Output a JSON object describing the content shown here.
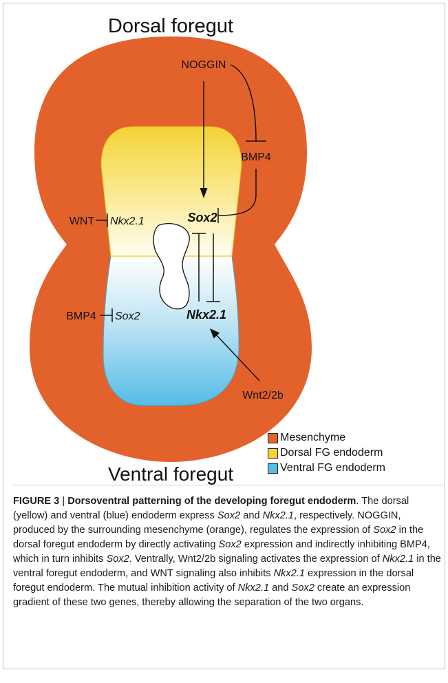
{
  "diagram": {
    "title_top": "Dorsal foregut",
    "title_bottom": "Ventral foregut",
    "labels": {
      "noggin": "NOGGIN",
      "bmp4_top": "BMP4",
      "wnt": "WNT",
      "nkx_dorsal": "Nkx2.1",
      "sox2_main": "Sox2",
      "bmp4_bottom": "BMP4",
      "sox2_ventral": "Sox2",
      "nkx_main": "Nkx2.1",
      "wnt2": "Wnt2/2b"
    },
    "colors": {
      "mesenchyme": "#e3622c",
      "dorsal_endoderm": "#f4d335",
      "ventral_endoderm": "#55bce6"
    }
  },
  "legend": {
    "items": [
      {
        "label": "Mesenchyme",
        "color": "#e3622c"
      },
      {
        "label": "Dorsal FG endoderm",
        "color": "#f4d335"
      },
      {
        "label": "Ventral FG endoderm",
        "color": "#55bce6"
      }
    ]
  },
  "caption": {
    "figure_label": "FIGURE 3",
    "separator": " | ",
    "title": "Dorsoventral patterning of the developing foregut endoderm",
    "segments": [
      {
        "t": ". The dorsal (yellow) and ventral (blue) endoderm express "
      },
      {
        "t": "Sox2",
        "i": true
      },
      {
        "t": " and "
      },
      {
        "t": "Nkx2.1",
        "i": true
      },
      {
        "t": ", respectively. NOGGIN, produced by the surrounding mesenchyme (orange), regulates the expression of "
      },
      {
        "t": "Sox2",
        "i": true
      },
      {
        "t": " in the dorsal foregut endoderm by directly activating "
      },
      {
        "t": "Sox2",
        "i": true
      },
      {
        "t": " expression and indirectly inhibiting BMP4, which in turn inhibits "
      },
      {
        "t": "Sox2",
        "i": true
      },
      {
        "t": ". Ventrally, Wnt2/2b signaling activates the expression of "
      },
      {
        "t": "Nkx2.1",
        "i": true
      },
      {
        "t": " in the ventral foregut endoderm, and WNT signaling also inhibits "
      },
      {
        "t": "Nkx2.1",
        "i": true
      },
      {
        "t": " expression in the dorsal foregut endoderm. The mutual inhibition activity of "
      },
      {
        "t": "Nkx2.1",
        "i": true
      },
      {
        "t": " and "
      },
      {
        "t": "Sox2",
        "i": true
      },
      {
        "t": " create an expression gradient of these two genes, thereby allowing the separation of the two organs."
      }
    ]
  }
}
